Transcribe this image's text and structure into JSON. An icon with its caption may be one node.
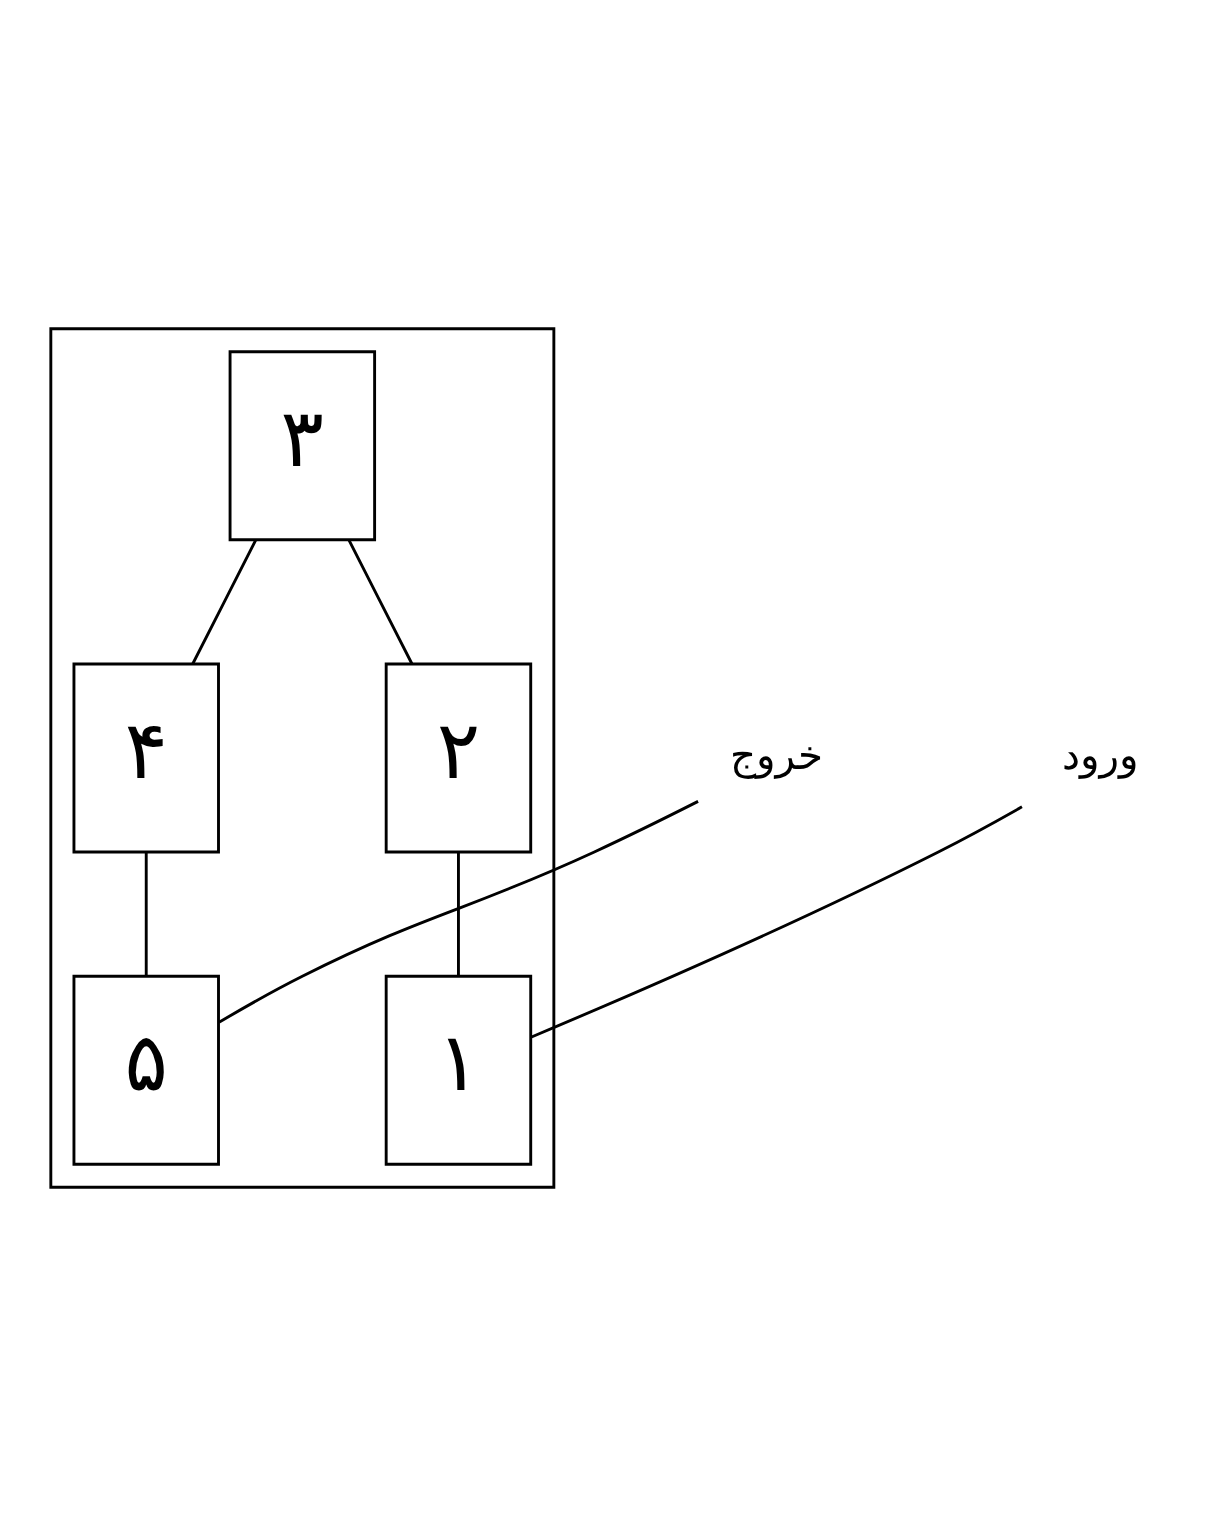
{
  "diagram": {
    "nodes": [
      {
        "text": [],
        "shape": "box"
      },
      {
        "text": [
          "۱"
        ],
        "in": 0
      },
      {
        "text": [
          "۲"
        ],
        "in": 0
      },
      {
        "text": [
          "۳"
        ],
        "in": 0
      },
      {
        "text": [
          "۴"
        ],
        "in": 0
      },
      {
        "text": [
          "۵"
        ],
        "in": 0
      },
      {
        "text": [
          "ورود"
        ]
      },
      {
        "text": [
          "خروج"
        ]
      }
    ],
    "edges": [
      {
        "from": 6,
        "to": 1,
        "arrow": "none"
      },
      {
        "from": 1,
        "to": 2,
        "arrow": "none"
      },
      {
        "from": 2,
        "to": 3,
        "arrow": "none"
      },
      {
        "from": 3,
        "to": 4,
        "arrow": "none"
      },
      {
        "from": 4,
        "to": 5,
        "arrow": "none"
      },
      {
        "from": 5,
        "to": 7,
        "arrow": "none"
      }
    ]
  }
}
